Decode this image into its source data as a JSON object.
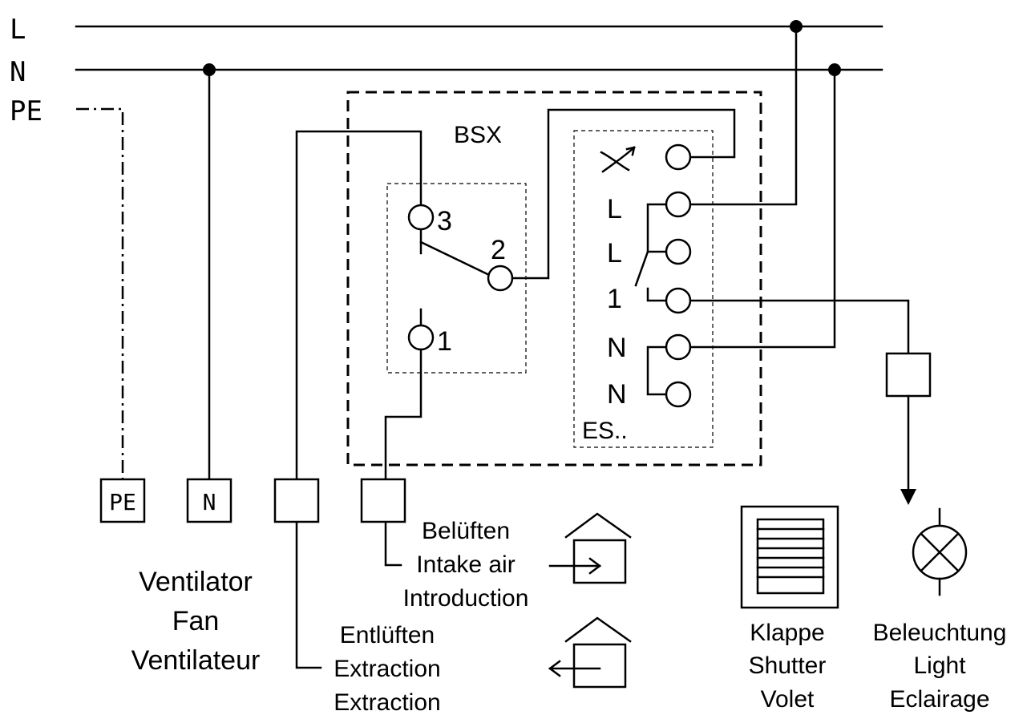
{
  "rails": {
    "l": "L",
    "n": "N",
    "pe": "PE"
  },
  "module_title": "BSX",
  "switch_terminals": {
    "t3": "3",
    "t2": "2",
    "t1": "1"
  },
  "es_module": {
    "name": "ES..",
    "terminals": {
      "l1": "L",
      "l2": "L",
      "out1": "1",
      "n1": "N",
      "n2": "N"
    }
  },
  "fan": {
    "terminal_pe": "PE",
    "terminal_n": "N",
    "title": [
      "Ventilator",
      "Fan",
      "Ventilateur"
    ]
  },
  "intake": [
    "Belüften",
    "Intake air",
    "Introduction"
  ],
  "extraction": [
    "Entlüften",
    "Extraction",
    "Extraction"
  ],
  "shutter": [
    "Klappe",
    "Shutter",
    "Volet"
  ],
  "light": [
    "Beleuchtung",
    "Light",
    "Eclairage"
  ]
}
